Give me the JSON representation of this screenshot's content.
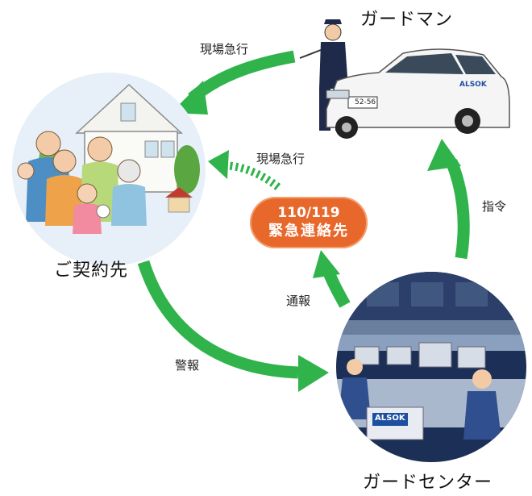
{
  "nodes": {
    "guardman": {
      "label": "ガードマン"
    },
    "contractor": {
      "label": "ご契約先"
    },
    "guard_center": {
      "label": "ガードセンター"
    },
    "emergency": {
      "line1": "110/119",
      "line2": "緊急連絡先"
    }
  },
  "flows": {
    "dispatch_top": "現場急行",
    "dispatch_dashed": "現場急行",
    "command": "指令",
    "report": "通報",
    "alarm": "警報"
  },
  "images": {
    "car_badge": "ALSOK",
    "plate": "52-56",
    "console_badge": "ALSOK"
  },
  "colors": {
    "arrow_green": "#2fb34a",
    "pill_orange": "#e8672a"
  }
}
